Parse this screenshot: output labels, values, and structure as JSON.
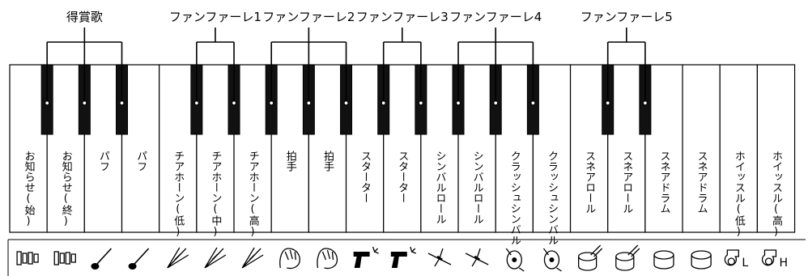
{
  "groups": [
    {
      "label": "得賞歌",
      "keys": [
        1,
        2,
        3
      ]
    },
    {
      "label": "ファンファーレ1",
      "keys": [
        5,
        6
      ]
    },
    {
      "label": "ファンファーレ2",
      "keys": [
        7,
        8,
        9
      ]
    },
    {
      "label": "ファンファーレ3",
      "keys": [
        10,
        11
      ]
    },
    {
      "label": "ファンファーレ4",
      "keys": [
        12,
        13,
        14
      ]
    },
    {
      "label": "ファンファーレ5",
      "keys": [
        16,
        17
      ]
    }
  ],
  "white_keys": [
    {
      "label": "お知らせ(始)",
      "icon": "chime-icon"
    },
    {
      "label": "お知らせ(終)",
      "icon": "chime-icon"
    },
    {
      "label": "パフ",
      "icon": "horn-icon"
    },
    {
      "label": "パフ",
      "icon": "horn-icon"
    },
    {
      "label": "チアホーン(低)",
      "icon": "cheer-horn-icon"
    },
    {
      "label": "チアホーン(中)",
      "icon": "cheer-horn-icon"
    },
    {
      "label": "チアホーン(高)",
      "icon": "cheer-horn-icon"
    },
    {
      "label": "拍手",
      "icon": "clap-icon"
    },
    {
      "label": "拍手",
      "icon": "clap-icon"
    },
    {
      "label": "スターター",
      "icon": "starter-pistol-icon"
    },
    {
      "label": "スターター",
      "icon": "starter-pistol-icon"
    },
    {
      "label": "シンバルロール",
      "icon": "cymbal-roll-icon"
    },
    {
      "label": "シンバルロール",
      "icon": "cymbal-roll-icon"
    },
    {
      "label": "クラッシュシンバル",
      "icon": "crash-cymbal-icon"
    },
    {
      "label": "クラッシュシンバル",
      "icon": "crash-cymbal-icon"
    },
    {
      "label": "スネアロール",
      "icon": "snare-roll-icon"
    },
    {
      "label": "スネアロール",
      "icon": "snare-roll-icon"
    },
    {
      "label": "スネアドラム",
      "icon": "snare-drum-icon"
    },
    {
      "label": "スネアドラム",
      "icon": "snare-drum-icon"
    },
    {
      "label": "ホイッスル(低)",
      "icon": "whistle-low-icon"
    },
    {
      "label": "ホイッスル(高)",
      "icon": "whistle-high-icon"
    }
  ],
  "icon_letters": {
    "low": "L",
    "high": "H"
  }
}
